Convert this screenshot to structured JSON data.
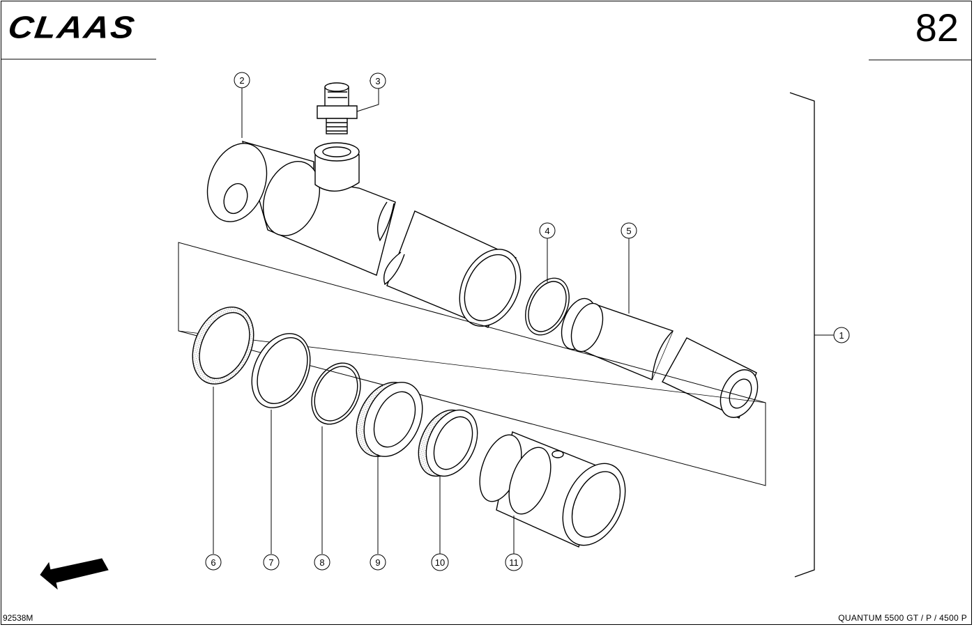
{
  "header": {
    "brand_logo": "CLAAS",
    "page_number": "82"
  },
  "footer": {
    "document_number": "92538M",
    "model_line": "QUANTUM  5500 GT / P / 4500 P"
  },
  "callouts": [
    "1",
    "2",
    "3",
    "4",
    "5",
    "6",
    "7",
    "8",
    "9",
    "10",
    "11"
  ],
  "colors": {
    "ink": "#000000",
    "paper": "#ffffff",
    "stipple": "#b0b0b0"
  },
  "icons": {
    "direction_arrow": "arrow-down-left-icon"
  }
}
